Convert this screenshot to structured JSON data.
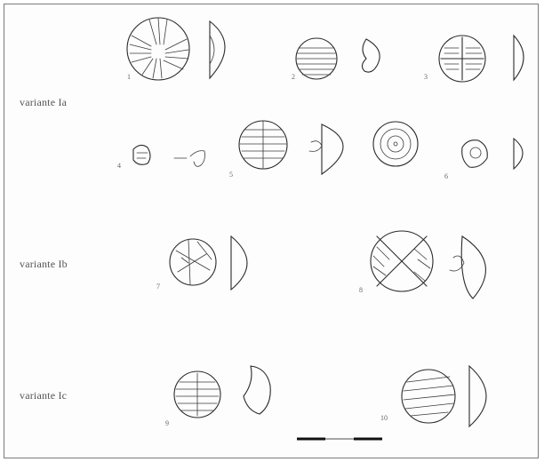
{
  "plate": {
    "variants": [
      {
        "id": "Ia",
        "label": "variante Ia"
      },
      {
        "id": "Ib",
        "label": "variante Ib"
      },
      {
        "id": "Ic",
        "label": "variante Ic"
      }
    ],
    "figures": [
      {
        "num": "1",
        "variant": "Ia",
        "decoration": "radial-cross"
      },
      {
        "num": "2",
        "variant": "Ia",
        "decoration": "horizontal-lines"
      },
      {
        "num": "3",
        "variant": "Ia",
        "decoration": "cross-quadrants"
      },
      {
        "num": "4",
        "variant": "Ia",
        "decoration": "small-fragment"
      },
      {
        "num": "5",
        "variant": "Ia",
        "decoration": "horizontal-lines"
      },
      {
        "num": "6",
        "variant": "Ia",
        "decoration": "concentric-rings"
      },
      {
        "num": "7",
        "variant": "Ib",
        "decoration": "radial-cross"
      },
      {
        "num": "8",
        "variant": "Ib",
        "decoration": "hatched-x"
      },
      {
        "num": "9",
        "variant": "Ic",
        "decoration": "horizontal-lines"
      },
      {
        "num": "10",
        "variant": "Ic",
        "decoration": "diagonal-lines"
      }
    ],
    "scale_bar": {
      "segments": 3
    }
  }
}
